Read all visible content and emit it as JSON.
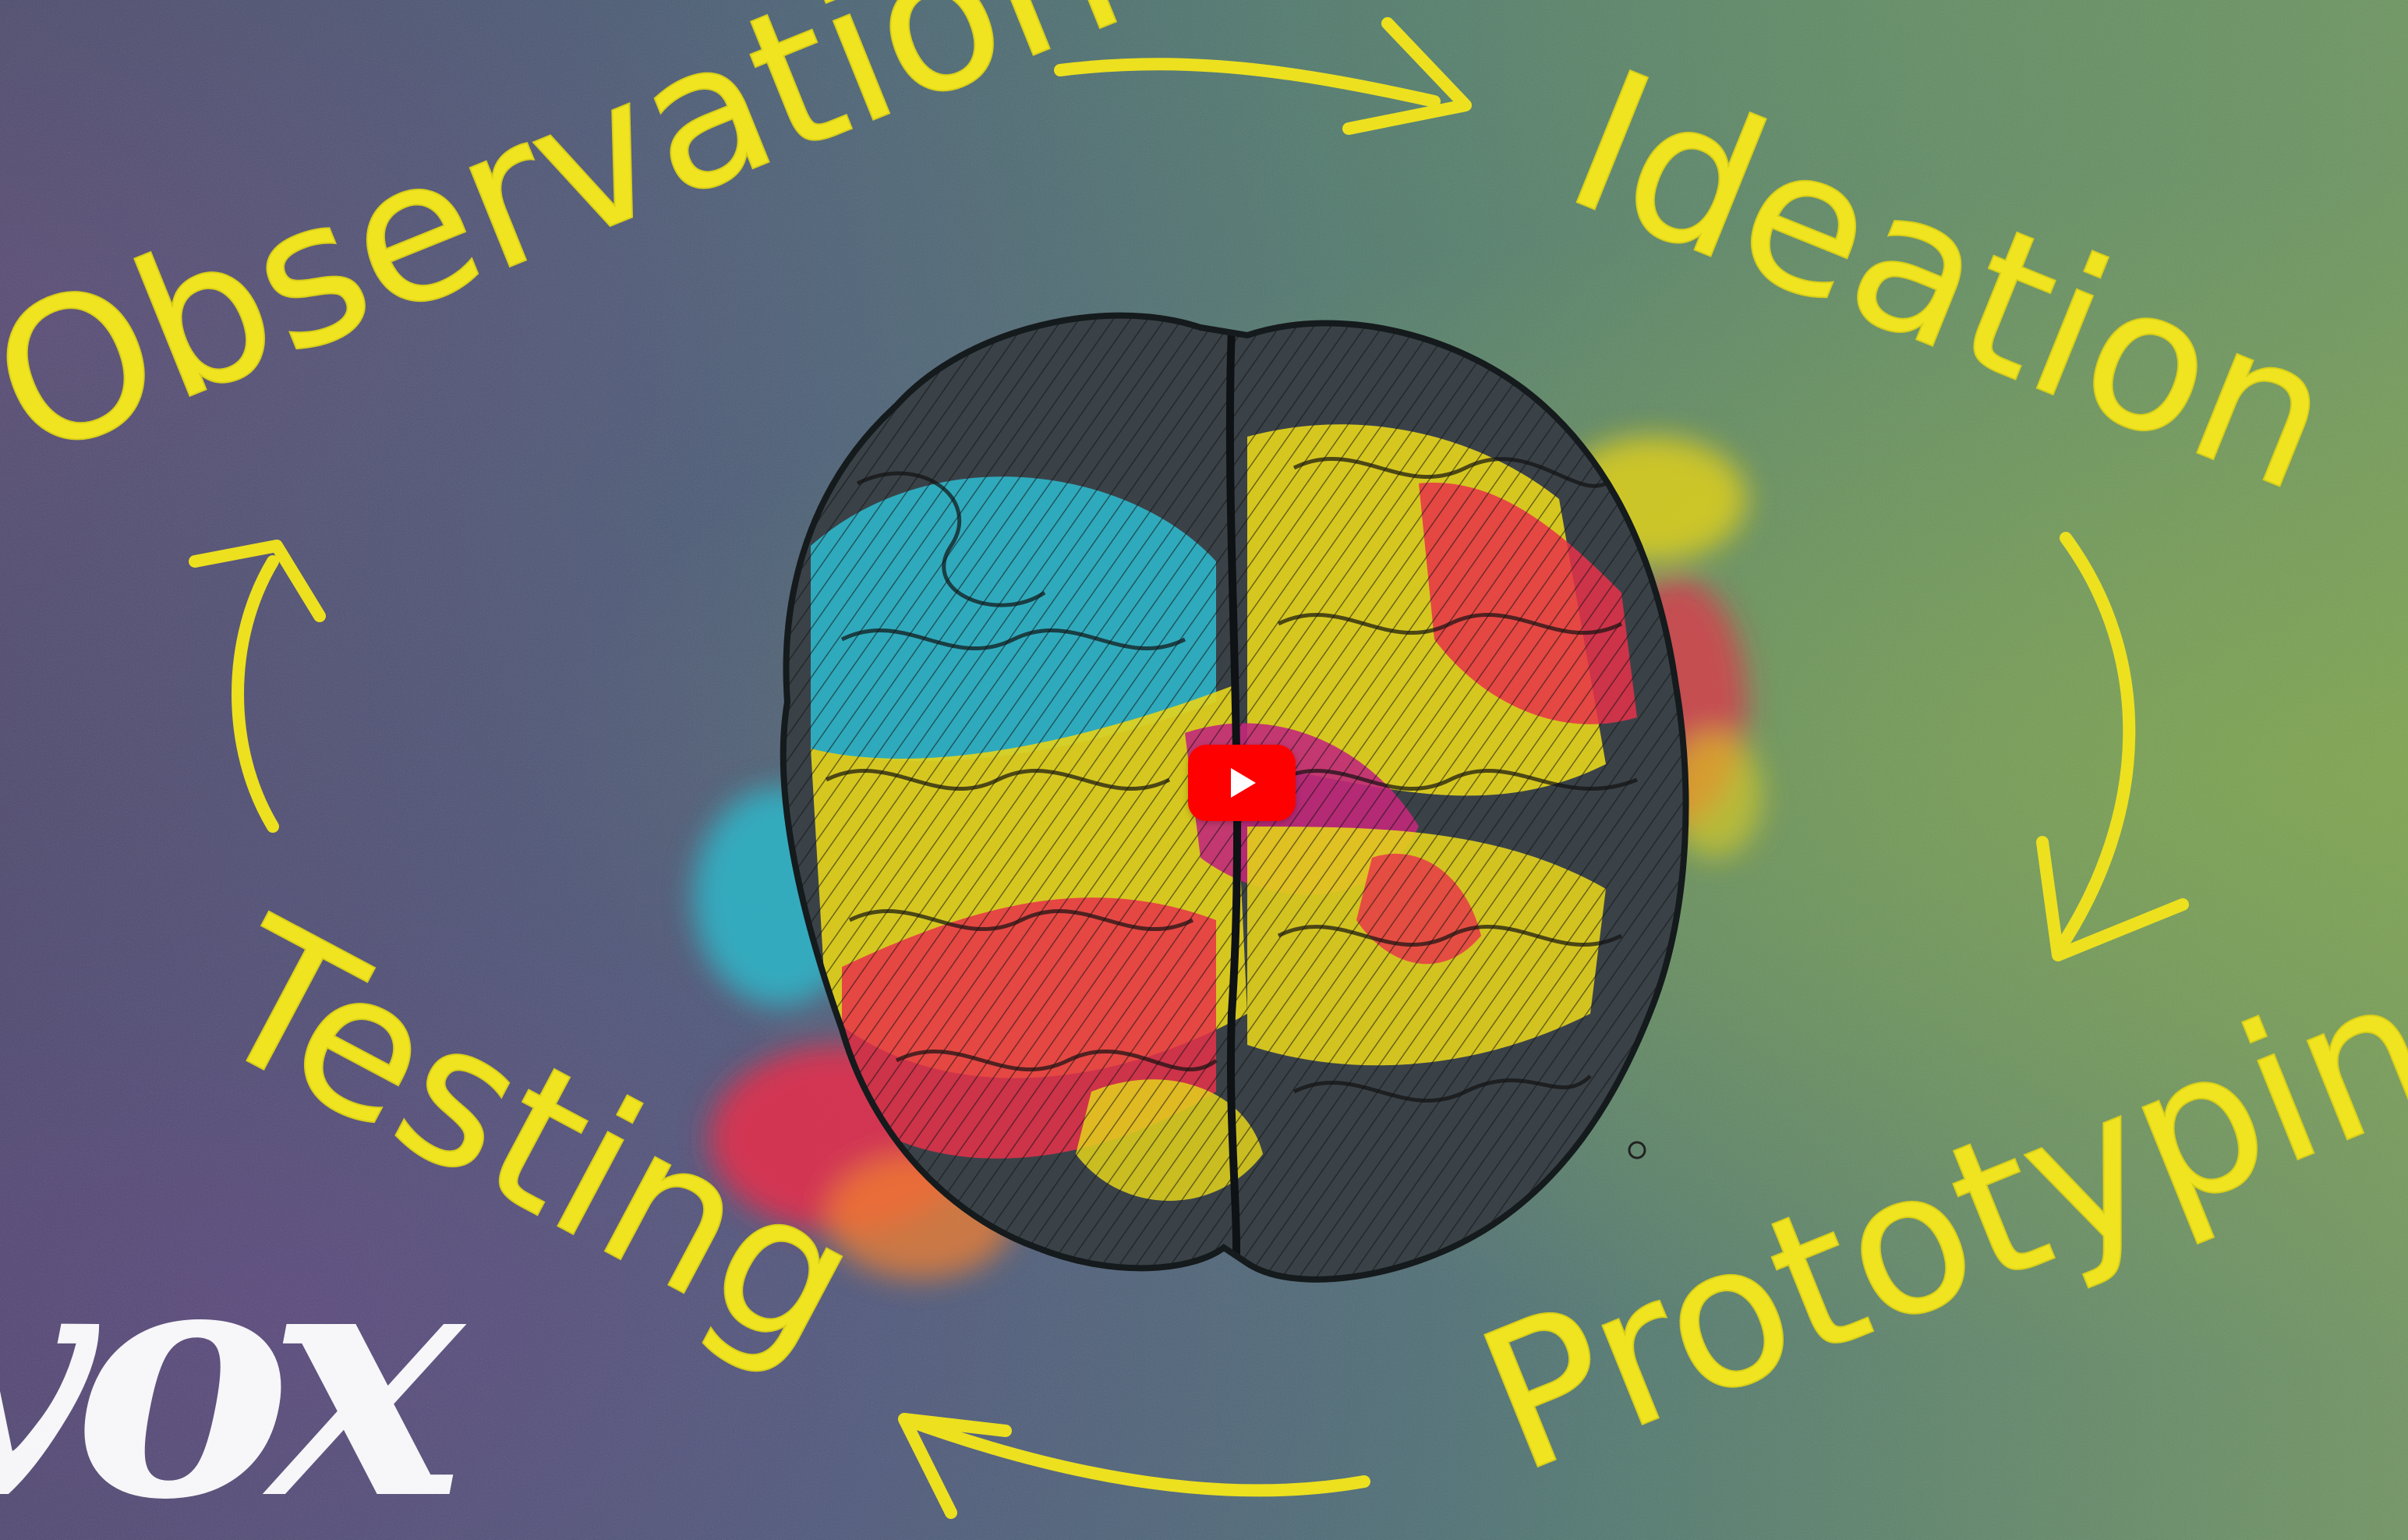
{
  "video": {
    "labels": {
      "observation": "Observation",
      "ideation": "Ideation",
      "prototyping": "Prototyping",
      "testing": "Testing"
    },
    "logo": "vox",
    "colors": {
      "text": "#f0e421",
      "play_button": "#ff0000",
      "brain_yellow": "#e3d21c",
      "brain_red": "#e8304a",
      "brain_cyan": "#2fb6c9",
      "brain_magenta": "#c2287a",
      "brain_gray": "#3a4248"
    },
    "play_button_icon": "play-icon"
  }
}
